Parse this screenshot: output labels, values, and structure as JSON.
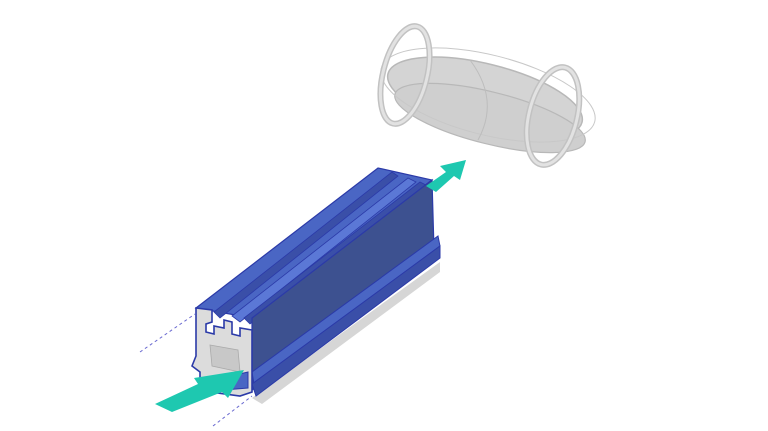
{
  "illustration": {
    "subject": "extrusion-profile-with-flow-arrows",
    "colors": {
      "profile_top": "#4a66c4",
      "profile_side": "#3b5090",
      "profile_outline": "#2b3aa8",
      "cross_section": "#d9d9d9",
      "arrow": "#1ec8b0",
      "capsule": "#d2d2d2",
      "capsule_outline": "#b9b9b9",
      "shadow": "#d6d6d6",
      "dash": "#6a6ad0"
    },
    "icons": [
      "extrusion-profile",
      "flow-arrow-in",
      "flow-arrow-out",
      "capsule-shape"
    ]
  }
}
